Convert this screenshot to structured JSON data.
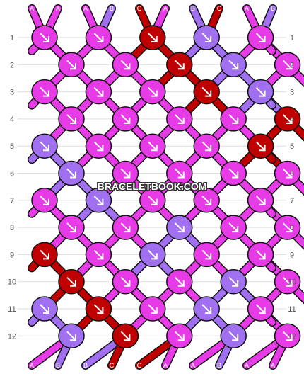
{
  "watermark": "BRACELETBOOK.COM",
  "rows": [
    "1",
    "2",
    "3",
    "4",
    "5",
    "6",
    "7",
    "8",
    "9",
    "10",
    "11",
    "12"
  ],
  "colors": {
    "A": "#e63be6",
    "B": "#a070f0",
    "C": "#c00000"
  },
  "icons": {
    "knot_direction": "arrow-down-right-icon"
  },
  "strands_top": [
    "A",
    "A",
    "A",
    "B",
    "C",
    "A",
    "B",
    "C",
    "A",
    "B"
  ],
  "strands_bottom": [
    "A",
    "B",
    "B",
    "C",
    "C",
    "A",
    "A",
    "B",
    "A",
    "A"
  ],
  "knots": [
    [
      "A",
      "A",
      "C",
      "B",
      "A"
    ],
    [
      "A",
      "A",
      "C",
      "B",
      "A"
    ],
    [
      "A",
      "A",
      "A",
      "C",
      "B"
    ],
    [
      "A",
      "A",
      "A",
      "A",
      "C"
    ],
    [
      "B",
      "A",
      "A",
      "A",
      "C"
    ],
    [
      "B",
      "A",
      "A",
      "A",
      "A"
    ],
    [
      "A",
      "B",
      "A",
      "A",
      "A"
    ],
    [
      "A",
      "A",
      "B",
      "A",
      "A"
    ],
    [
      "C",
      "A",
      "B",
      "A",
      "A"
    ],
    [
      "C",
      "A",
      "A",
      "B",
      "A"
    ],
    [
      "B",
      "C",
      "A",
      "B",
      "A"
    ],
    [
      "B",
      "C",
      "A",
      "B",
      "A"
    ]
  ]
}
